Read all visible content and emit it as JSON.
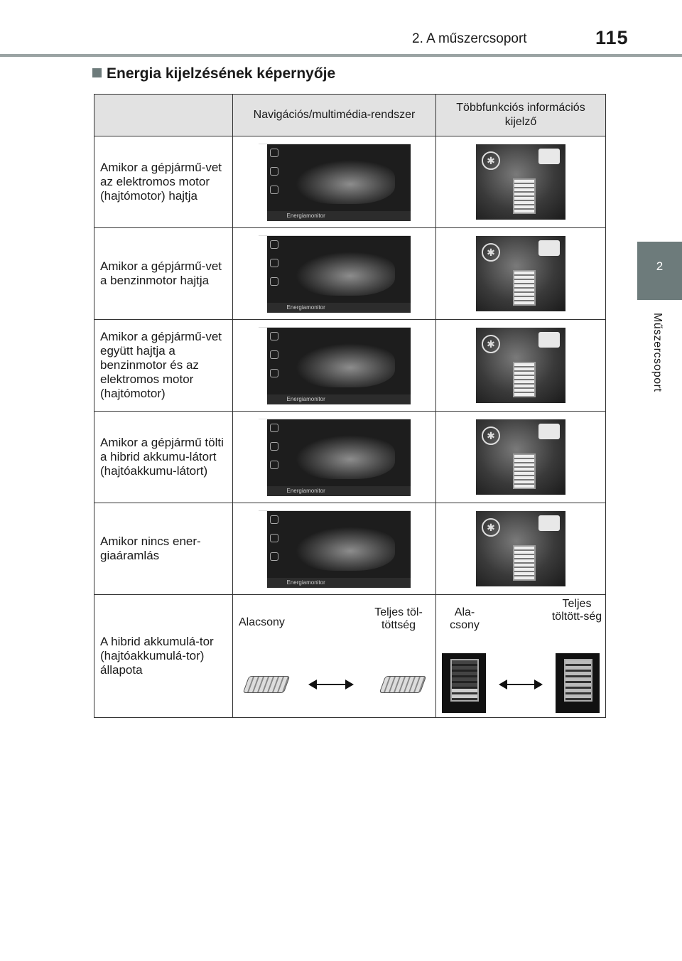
{
  "header": {
    "section": "2. A műszercsoport",
    "page_number": "115"
  },
  "side_tab": {
    "number": "2",
    "label": "Műszercsoport"
  },
  "section_title": "Energia kijelzésének képernyője",
  "table": {
    "columns": [
      "",
      "Navigációs/multimédia-rendszer",
      "Többfunkciós információs kijelző"
    ],
    "rows": [
      {
        "label": "Amikor a gépjármű-vet az elektromos motor (hajtómotor) hajtja",
        "nav_caption": "Energiamonitor"
      },
      {
        "label": "Amikor a gépjármű-vet a benzinmotor hajtja",
        "nav_caption": "Energiamonitor"
      },
      {
        "label": "Amikor a gépjármű-vet együtt hajtja a benzinmotor és az elektromos motor (hajtómotor)",
        "nav_caption": "Energiamonitor"
      },
      {
        "label": "Amikor a gépjármű tölti a hibrid akkumu-látort (hajtóakkumu-látort)",
        "nav_caption": "Energiamonitor"
      },
      {
        "label": "Amikor nincs ener-giaáramlás",
        "nav_caption": "Energiamonitor"
      }
    ],
    "battery_row": {
      "label": "A hibrid akkumulá-tor (hajtóakkumulá-tor) állapota",
      "nav_low": "Alacsony",
      "nav_full": "Teljes töl-töttség",
      "mfd_low": "Ala-csony",
      "mfd_full": "Teljes töltött-ség"
    }
  }
}
